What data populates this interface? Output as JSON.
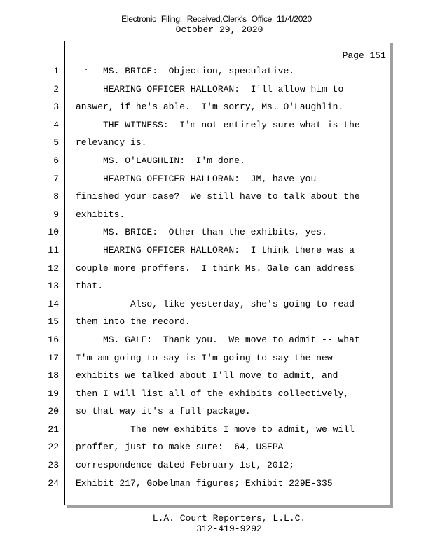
{
  "header": {
    "filing_stamp": "Electronic  Filing:  Received,Clerk's  Office  11/4/2020",
    "date": "October 29, 2020"
  },
  "page_label": "Page 151",
  "lines": [
    {
      "n": "1",
      "text": "     MS. BRICE:  Objection, speculative."
    },
    {
      "n": "2",
      "text": "     HEARING OFFICER HALLORAN:  I'll allow him to"
    },
    {
      "n": "3",
      "text": "answer, if he's able.  I'm sorry, Ms. O'Laughlin."
    },
    {
      "n": "4",
      "text": "     THE WITNESS:  I'm not entirely sure what is the"
    },
    {
      "n": "5",
      "text": "relevancy is."
    },
    {
      "n": "6",
      "text": "     MS. O'LAUGHLIN:  I'm done."
    },
    {
      "n": "7",
      "text": "     HEARING OFFICER HALLORAN:  JM, have you"
    },
    {
      "n": "8",
      "text": "finished your case?  We still have to talk about the"
    },
    {
      "n": "9",
      "text": "exhibits."
    },
    {
      "n": "10",
      "text": "     MS. BRICE:  Other than the exhibits, yes."
    },
    {
      "n": "11",
      "text": "     HEARING OFFICER HALLORAN:  I think there was a"
    },
    {
      "n": "12",
      "text": "couple more proffers.  I think Ms. Gale can address"
    },
    {
      "n": "13",
      "text": "that."
    },
    {
      "n": "14",
      "text": "          Also, like yesterday, she's going to read"
    },
    {
      "n": "15",
      "text": "them into the record."
    },
    {
      "n": "16",
      "text": "     MS. GALE:  Thank you.  We move to admit -- what"
    },
    {
      "n": "17",
      "text": "I'm am going to say is I'm going to say the new"
    },
    {
      "n": "18",
      "text": "exhibits we talked about I'll move to admit, and"
    },
    {
      "n": "19",
      "text": "then I will list all of the exhibits collectively,"
    },
    {
      "n": "20",
      "text": "so that way it's a full package."
    },
    {
      "n": "21",
      "text": "          The new exhibits I move to admit, we will"
    },
    {
      "n": "22",
      "text": "proffer, just to make sure:  64, USEPA"
    },
    {
      "n": "23",
      "text": "correspondence dated February 1st, 2012;"
    },
    {
      "n": "24",
      "text": "Exhibit 217, Gobelman figures; Exhibit 229E-335"
    }
  ],
  "footer": {
    "company": "L.A. Court Reporters, L.L.C.",
    "phone": "312-419-9292"
  }
}
